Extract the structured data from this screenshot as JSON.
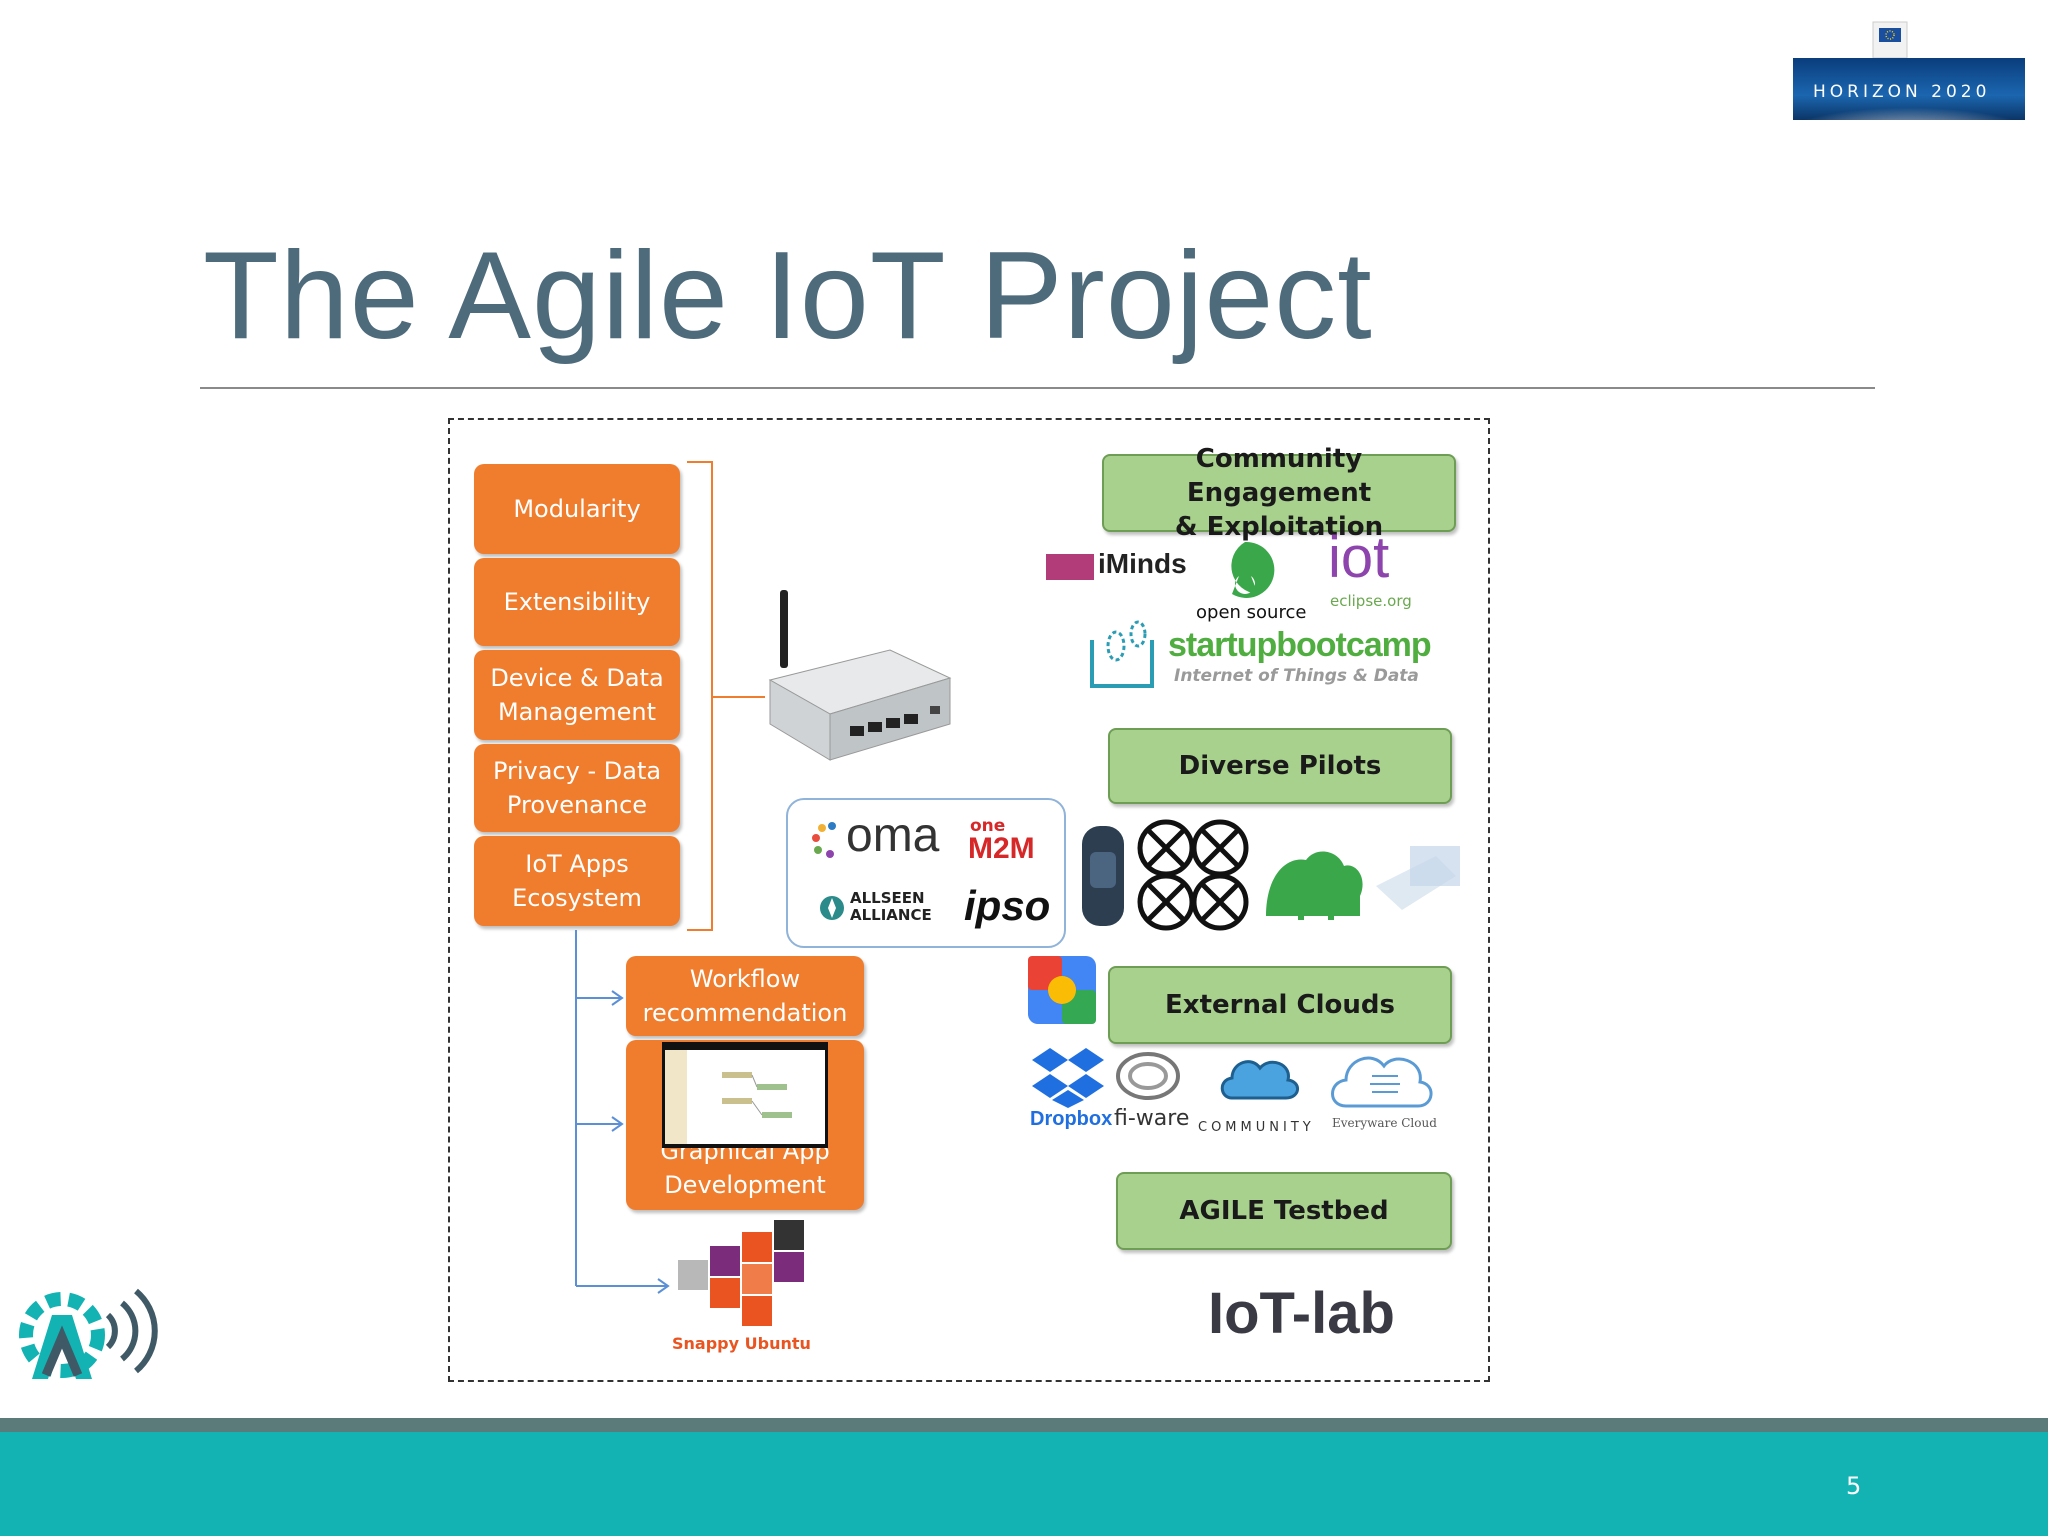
{
  "slide": {
    "title": "The Agile IoT Project",
    "page_number": "5"
  },
  "horizon_logo": {
    "text": "HORIZON 2020"
  },
  "features": [
    {
      "label": "Modularity"
    },
    {
      "label": "Extensibility"
    },
    {
      "label": "Device & Data\nManagement"
    },
    {
      "label": "Privacy - Data\nProvenance"
    },
    {
      "label": "IoT Apps\nEcosystem"
    }
  ],
  "apps": {
    "workflow": "Workflow\nrecommendation",
    "graphical": "Graphical App\nDevelopment",
    "snappy": "Snappy Ubuntu"
  },
  "categories": {
    "community": "Community Engagement\n& Exploitation",
    "pilots": "Diverse Pilots",
    "clouds": "External Clouds",
    "testbed": "AGILE Testbed"
  },
  "logos": {
    "iminds": "iMinds",
    "opensource": "open source",
    "iot": "iot",
    "eclipse": "eclipse.org",
    "startup": "startupbootcamp",
    "startup_sub": "Internet of Things & Data",
    "oma": "oma",
    "onem2m_top": "one",
    "onem2m": "M2M",
    "allseen": "ALLSEEN\nALLIANCE",
    "ipso": "ipso",
    "dropbox": "Dropbox",
    "fiware": "fi-ware",
    "cloudfoundry": "COMMUNITY",
    "everyware": "Everyware Cloud",
    "iotlab": "IoT-lab"
  },
  "colors": {
    "title": "#4e6b7c",
    "orange": "#ef7d2d",
    "green": "#a9d18e",
    "footer": "#13b3b3",
    "footer_dark": "#5b7b7a"
  }
}
